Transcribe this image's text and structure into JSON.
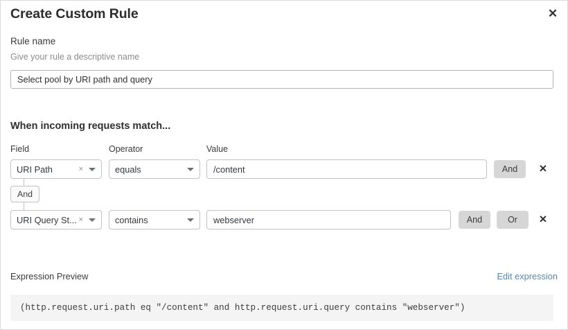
{
  "dialog": {
    "title": "Create Custom Rule",
    "close_icon": "close-icon"
  },
  "rule_name": {
    "label": "Rule name",
    "help": "Give your rule a descriptive name",
    "value": "Select pool by URI path and query",
    "placeholder": "Select pool by URI path and query"
  },
  "match_section": {
    "heading": "When incoming requests match...",
    "columns": {
      "field": "Field",
      "operator": "Operator",
      "value": "Value"
    },
    "connector": {
      "label": "And"
    },
    "rows": [
      {
        "field": "URI Path",
        "clear_icon": "×",
        "caret_icon": "chevron-down-icon",
        "operator": "equals",
        "value": "/content",
        "buttons": [
          "And"
        ],
        "delete_icon": "✕"
      },
      {
        "field": "URI Query St...",
        "clear_icon": "×",
        "caret_icon": "chevron-down-icon",
        "operator": "contains",
        "value": "webserver",
        "buttons": [
          "And",
          "Or"
        ],
        "delete_icon": "✕"
      }
    ]
  },
  "expression_preview": {
    "label": "Expression Preview",
    "edit_link": "Edit expression",
    "expression": "(http.request.uri.path eq \"/content\" and http.request.uri.query contains \"webserver\")"
  },
  "colors": {
    "link": "#5b86a8",
    "chip_background": "#d6d6d6",
    "panel_background": "#f4f4f4",
    "border": "#c2c2c2"
  }
}
